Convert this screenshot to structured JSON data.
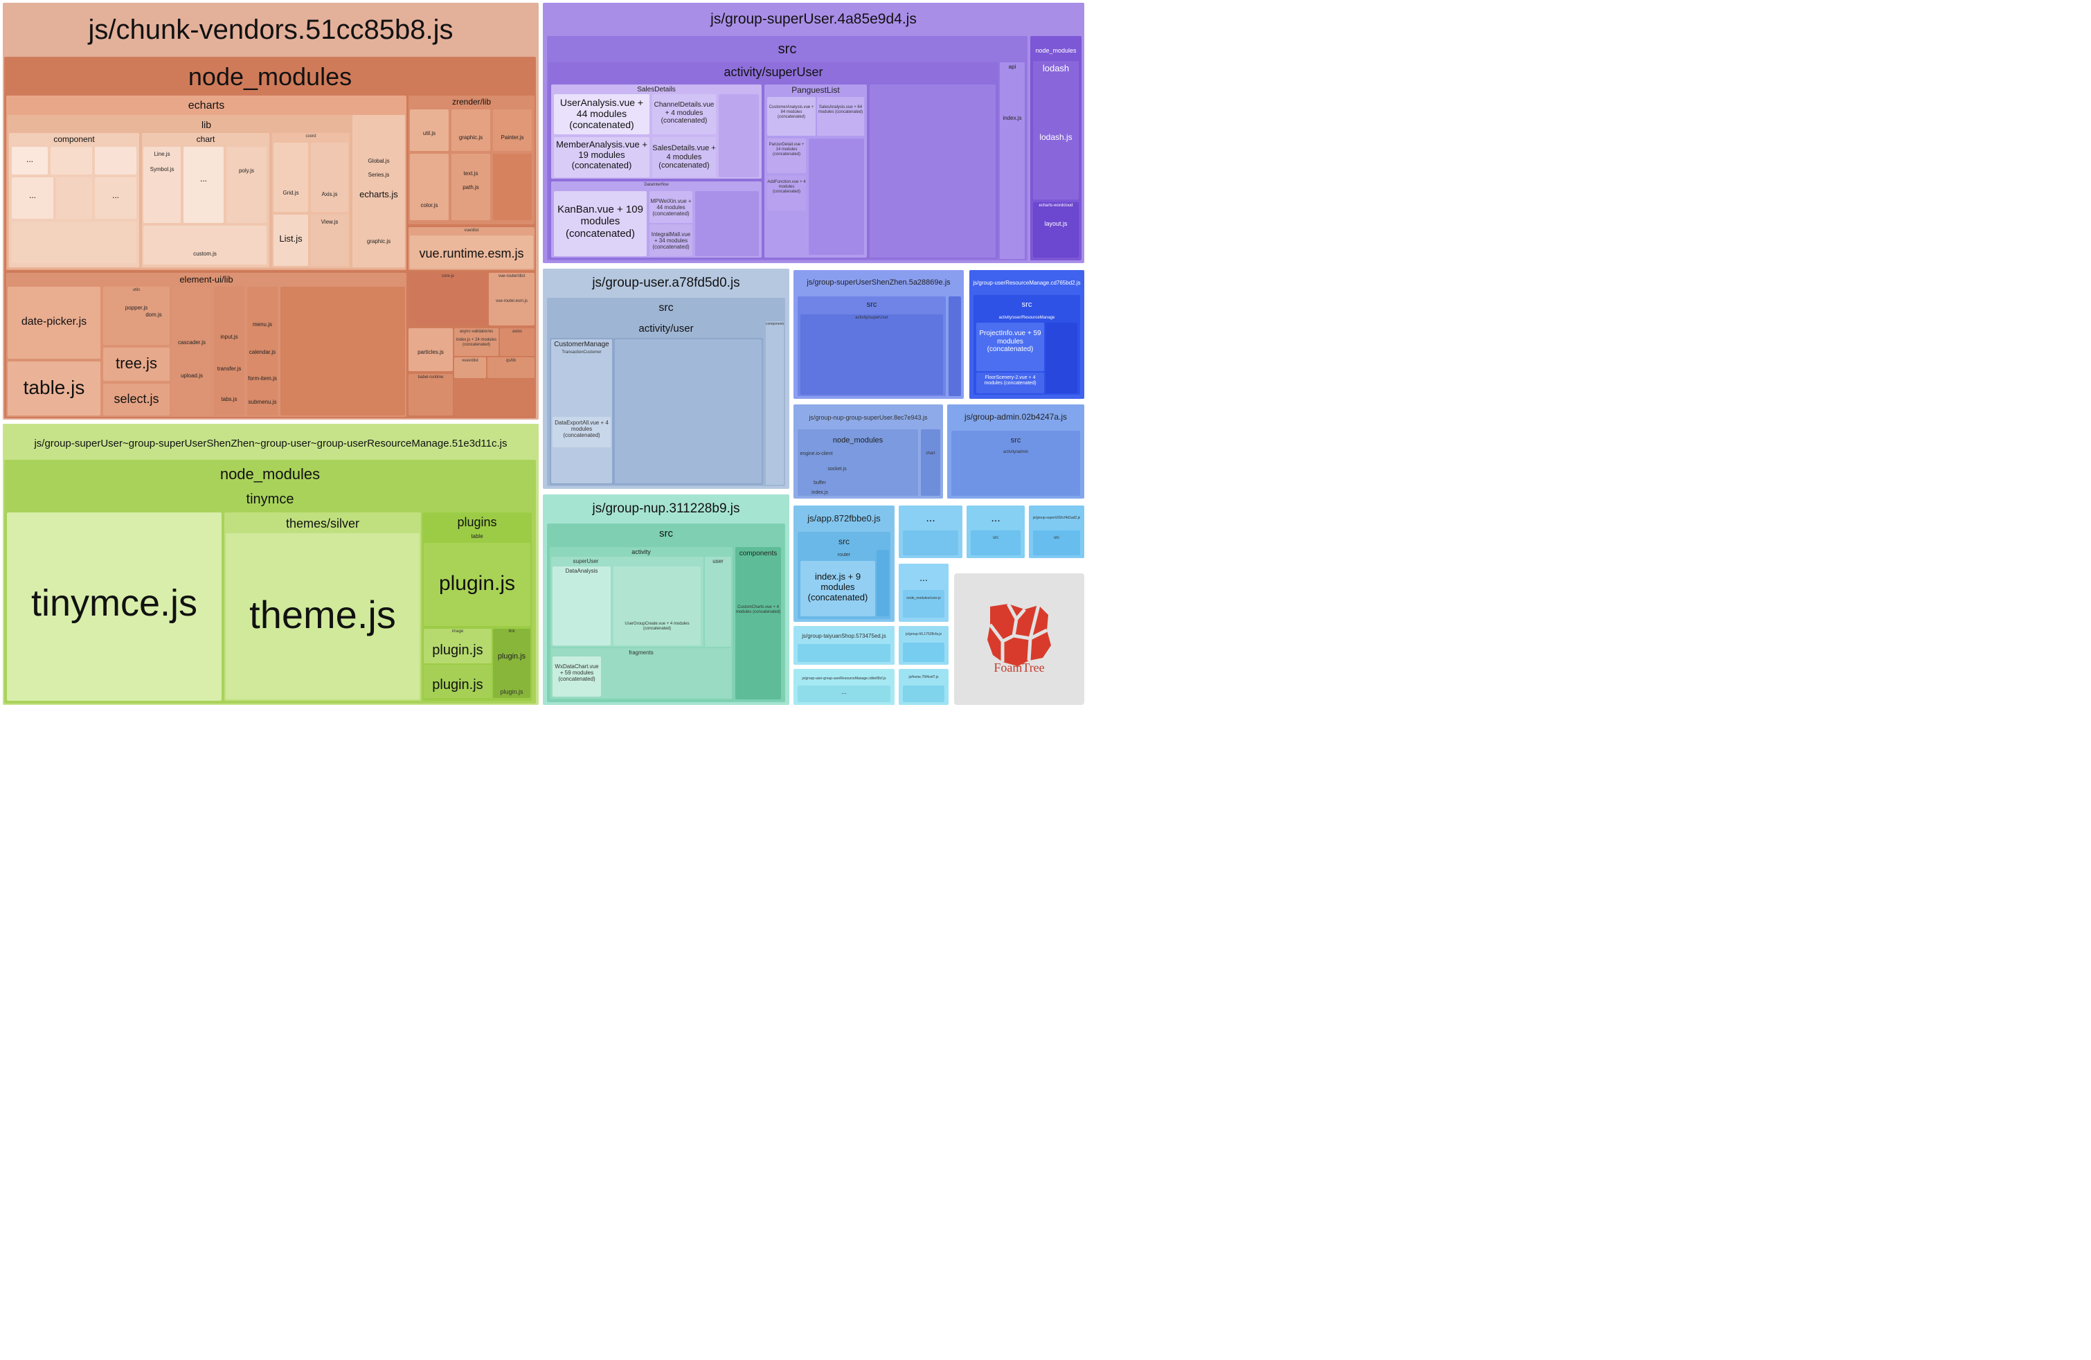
{
  "toolbar": {
    "sidebar_toggle": ">"
  },
  "logo": {
    "label": "FoamTree"
  },
  "chunk_vendors": {
    "title": "js/chunk-vendors.51cc85b8.js",
    "node_modules": "node_modules",
    "echarts": "echarts",
    "lib": "lib",
    "component": "component",
    "chart": "chart",
    "coord": "coord",
    "list_js": "List.js",
    "echarts_js": "echarts.js",
    "global_js": "Global.js",
    "series_js": "Series.js",
    "graphic_js": "graphic.js",
    "custom_js": "custom.js",
    "line_js": "Line.js",
    "symbol_js": "Symbol.js",
    "grid_js": "Grid.js",
    "axis_js": "Axis.js",
    "view_js": "View.js",
    "poly_js": "poly.js",
    "zrender": "zrender/lib",
    "util_js": "util.js",
    "graphic_js2": "graphic.js",
    "painter_js": "Painter.js",
    "text_js": "text.js",
    "path_js": "path.js",
    "color_js": "color.js",
    "vue_dist": "vue/dist",
    "vue_runtime": "vue.runtime.esm.js",
    "element_ui": "element-ui/lib",
    "date_picker": "date-picker.js",
    "table_js": "table.js",
    "tree_js": "tree.js",
    "select_js": "select.js",
    "popper_js": "popper.js",
    "dom_js": "dom.js",
    "utils": "utils",
    "cascader_js": "cascader.js",
    "upload_js": "upload.js",
    "input_js": "input.js",
    "transfer_js": "transfer.js",
    "tabs_js": "tabs.js",
    "menu_js": "menu.js",
    "calendar_js": "calendar.js",
    "form_item_js": "form-item.js",
    "submenu_js": "submenu.js",
    "core_js": "core-js",
    "vue_router_dist": "vue-router/dist",
    "vue_router_js": "vue-router.esm.js",
    "particles_js": "particles.js",
    "axios": "axios",
    "babel_runtime": "babel-runtime",
    "vuex_dist": "vuex/dist",
    "qs_lib": "qs/lib",
    "async_validator": "async-validator/es",
    "index_concat": "index.js + 24 modules (concatenated)",
    "ellipsis": "..."
  },
  "shared_chunk": {
    "title": "js/group-superUser~group-superUserShenZhen~group-user~group-userResourceManage.51e3d11c.js",
    "node_modules": "node_modules",
    "tinymce": "tinymce",
    "tinymce_js": "tinymce.js",
    "themes_silver": "themes/silver",
    "theme_js": "theme.js",
    "plugins": "plugins",
    "table": "table",
    "plugin_js": "plugin.js",
    "image": "image",
    "link": "link",
    "ellipsis": "..."
  },
  "super_user": {
    "title": "js/group-superUser.4a85e9d4.js",
    "src": "src",
    "activity": "activity/superUser",
    "sales_details": "SalesDetails",
    "user_analysis": "UserAnalysis.vue + 44 modules (concatenated)",
    "member_analysis": "MemberAnalysis.vue + 19 modules (concatenated)",
    "channel_details": "ChannelDetails.vue + 4 modules (concatenated)",
    "sales_details_vue": "SalesDetails.vue + 4 modules (concatenated)",
    "data_interflow": "DataInterflow",
    "kanban": "KanBan.vue + 109 modules (concatenated)",
    "mpweixin": "MPWeiXin.vue + 44 modules (concatenated)",
    "integral_mall": "IntegralMall.vue + 34 modules (concatenated)",
    "pangust_list": "PanguestList",
    "customer_analysis": "CustomerAnalysis.vue + 84 modules (concatenated)",
    "sales_analysis": "SalesAnalysis.vue + 64 modules (concatenated)",
    "panzer_detail": "PanzerDetail.vue + 14 modules (concatenated)",
    "add_function": "AddFunction.vue + 4 modules (concatenated)",
    "api": "api",
    "index_js": "index.js",
    "node_modules": "node_modules",
    "lodash": "lodash",
    "lodash_js": "lodash.js",
    "echarts_wordcloud": "echarts-wordcloud",
    "layout_js": "layout.js",
    "ellipsis": "..."
  },
  "group_user": {
    "title": "js/group-user.a78fd5d0.js",
    "src": "src",
    "activity": "activity/user",
    "customer_manage": "CustomerManage",
    "transaction_customer": "TransactionCustomer",
    "data_export_all": "DataExportAll.vue + 4 modules (concatenated)",
    "components": "components",
    "ellipsis": "..."
  },
  "shenzhen": {
    "title": "js/group-superUserShenZhen.5a28869e.js",
    "src": "src",
    "activity": "activity/superUser",
    "ellipsis": "..."
  },
  "resource": {
    "title": "js/group-userResourceManage.cd765bd2.js",
    "src": "src",
    "activity": "activity/user/ResourceManage",
    "project_info": "ProjectInfo.vue + 59 modules (concatenated)",
    "floor_scenery": "FloorScenery-2.vue + 4 modules (concatenated)",
    "ellipsis": "..."
  },
  "nup": {
    "title": "js/group-nup.311228b9.js",
    "src": "src",
    "activity": "activity",
    "super_user": "superUser",
    "data_analysis": "DataAnalysis",
    "user": "user",
    "components": "components",
    "custom_charts": "CustomCharts.vue + 4 modules (concatenated)",
    "fragments": "fragments",
    "wx_data_chart": "WxDataChart.vue + 59 modules (concatenated)",
    "user_group_create": "UserGroupCreate.vue + 4 modules (concatenated)",
    "ellipsis": "..."
  },
  "nup_super": {
    "title": "js/group-nup-group-superUser.8ec7e943.js",
    "node_modules": "node_modules",
    "engine": "engine.io-client",
    "socket": "socket.js",
    "buffer": "buffer",
    "index_js": "index.js",
    "chart": "chart"
  },
  "admin": {
    "title": "js/group-admin.02b4247a.js",
    "src": "src",
    "activity": "activity/admin"
  },
  "app": {
    "title": "js/app.872fbbe0.js",
    "src": "src",
    "router": "router",
    "index": "index.js + 9 modules (concatenated)",
    "ellipsis": "..."
  },
  "small_tiles": {
    "t1": "...",
    "t2": "...",
    "t3": "js/group-superUlShi.f4d1ad2.js",
    "t4": "...",
    "src": "src",
    "node_core": "node_modules/core-js",
    "taiyuan": "js/group-taiyuanShop.573475ed.js",
    "h5": "js/group-h5.17528cfa.js",
    "resource2": "js/group-user-group-userResourceManage.cdbe08cf.js",
    "home": "js/home.75f4cef7.js",
    "ellipsis": "..."
  }
}
